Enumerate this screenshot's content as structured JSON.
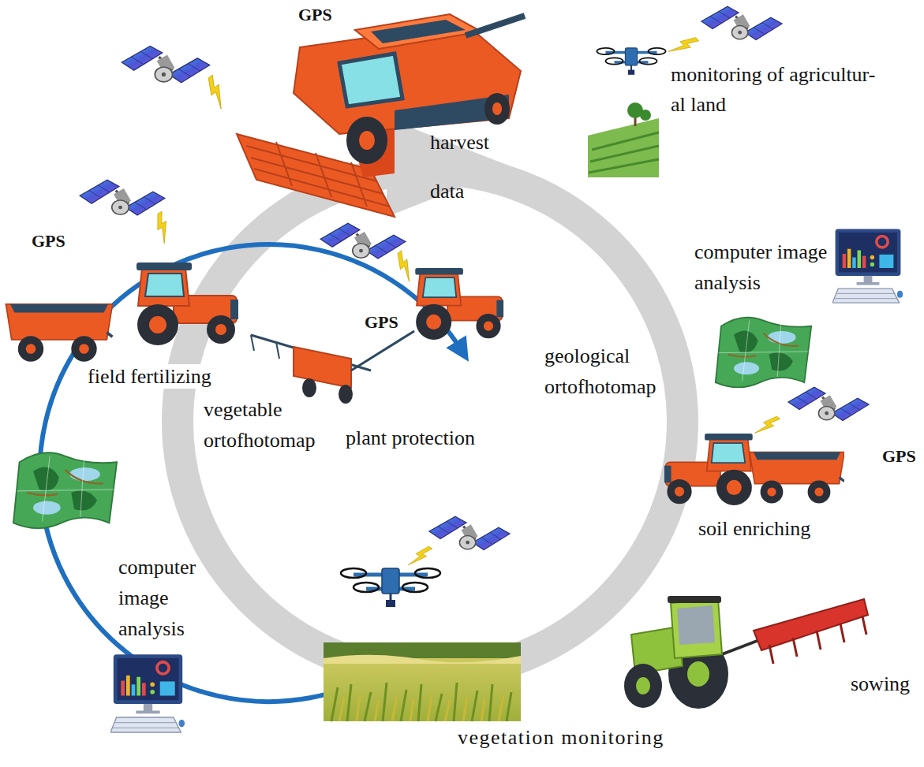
{
  "diagram": {
    "labels": [
      "GPS",
      "monitoring of agricultur- al land",
      "harvest data",
      "GPS",
      "computer image analysis",
      "GPS",
      "field fertilizing",
      "geological ortofhotomap",
      "plant protection",
      "vegetable ortofhotomap",
      "GPS",
      "soil enriching",
      "computer image analysis",
      "sowing",
      "vegetation monitoring"
    ]
  }
}
